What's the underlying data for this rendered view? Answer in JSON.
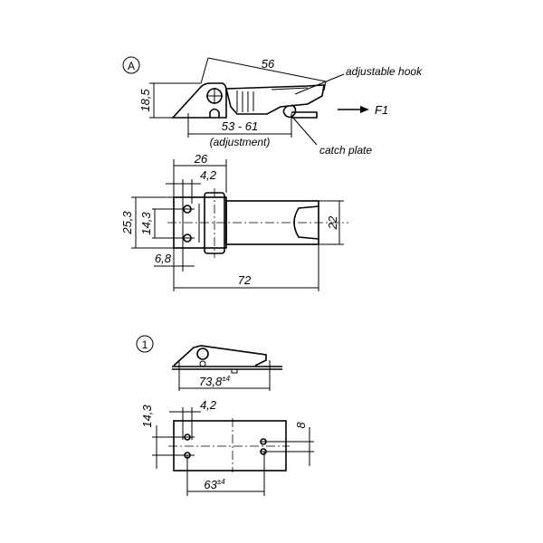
{
  "views": {
    "a": {
      "marker": "A",
      "dims": {
        "length": "56",
        "height": "18,5",
        "adjust": "53 - 61",
        "adjust_note": "(adjustment)"
      },
      "labels": {
        "hook": "adjustable hook",
        "force": "F1",
        "catch": "catch plate"
      }
    },
    "top": {
      "dims": {
        "width": "26",
        "hole_off": "4,2",
        "overall_w": "25,3",
        "hole_pitch": "14,3",
        "strap_w": "22",
        "edge": "6,8",
        "length": "72"
      }
    },
    "one": {
      "marker": "1",
      "dims": {
        "length": "73,8",
        "length_tol": "±4",
        "hole_off": "4,2",
        "hole_pitch": "14,3",
        "catch_pitch": "8",
        "hole_dist": "63",
        "hole_dist_tol": "±4"
      }
    }
  }
}
